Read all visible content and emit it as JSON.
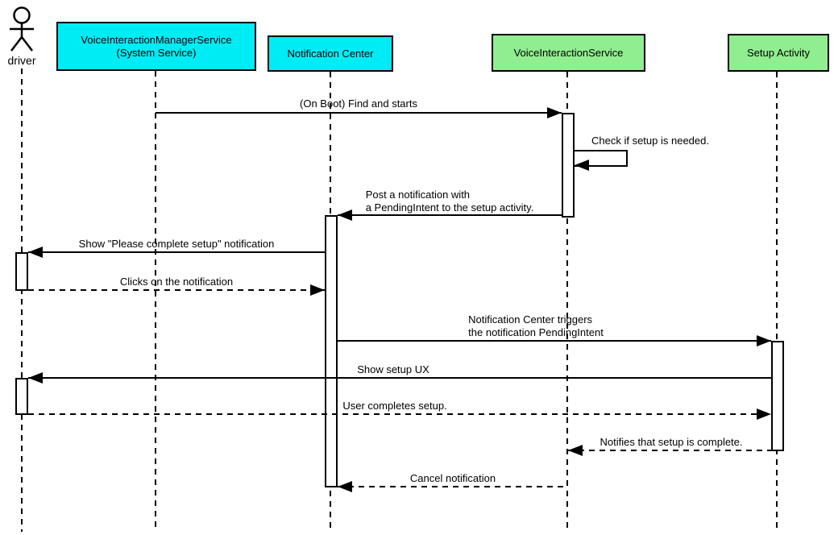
{
  "diagram_type": "uml-sequence-diagram",
  "colors": {
    "participant_cyan": "#00ecf5",
    "participant_green": "#90ee90",
    "line": "#000000",
    "activation_fill": "#ffffff",
    "background": "#ffffff"
  },
  "actor": {
    "label": "driver"
  },
  "participants": [
    {
      "id": "vims",
      "label": "VoiceInteractionManagerService\n(System Service)"
    },
    {
      "id": "notification-center",
      "label": "Notification Center"
    },
    {
      "id": "voice-interaction-service",
      "label": "VoiceInteractionService"
    },
    {
      "id": "setup-activity",
      "label": "Setup Activity"
    }
  ],
  "messages": [
    {
      "label": "(On Boot) Find and starts",
      "from": "vims",
      "to": "voice-interaction-service",
      "style": "solid"
    },
    {
      "label": "Check if setup is needed.",
      "from": "voice-interaction-service",
      "to": "voice-interaction-service",
      "style": "self"
    },
    {
      "label": "Post a notification with\na PendingIntent to the setup activity.",
      "from": "voice-interaction-service",
      "to": "notification-center",
      "style": "solid"
    },
    {
      "label": "Show \"Please complete setup\" notification",
      "from": "notification-center",
      "to": "driver",
      "style": "solid"
    },
    {
      "label": "Clicks on the notification",
      "from": "driver",
      "to": "notification-center",
      "style": "dashed"
    },
    {
      "label": "Notification Center triggers\nthe notification PendingIntent",
      "from": "notification-center",
      "to": "setup-activity",
      "style": "solid"
    },
    {
      "label": "Show setup UX",
      "from": "setup-activity",
      "to": "driver",
      "style": "solid"
    },
    {
      "label": "User completes setup.",
      "from": "driver",
      "to": "setup-activity",
      "style": "dashed"
    },
    {
      "label": "Notifies that setup is complete.",
      "from": "setup-activity",
      "to": "voice-interaction-service",
      "style": "dashed"
    },
    {
      "label": "Cancel notification",
      "from": "voice-interaction-service",
      "to": "notification-center",
      "style": "dashed"
    }
  ]
}
